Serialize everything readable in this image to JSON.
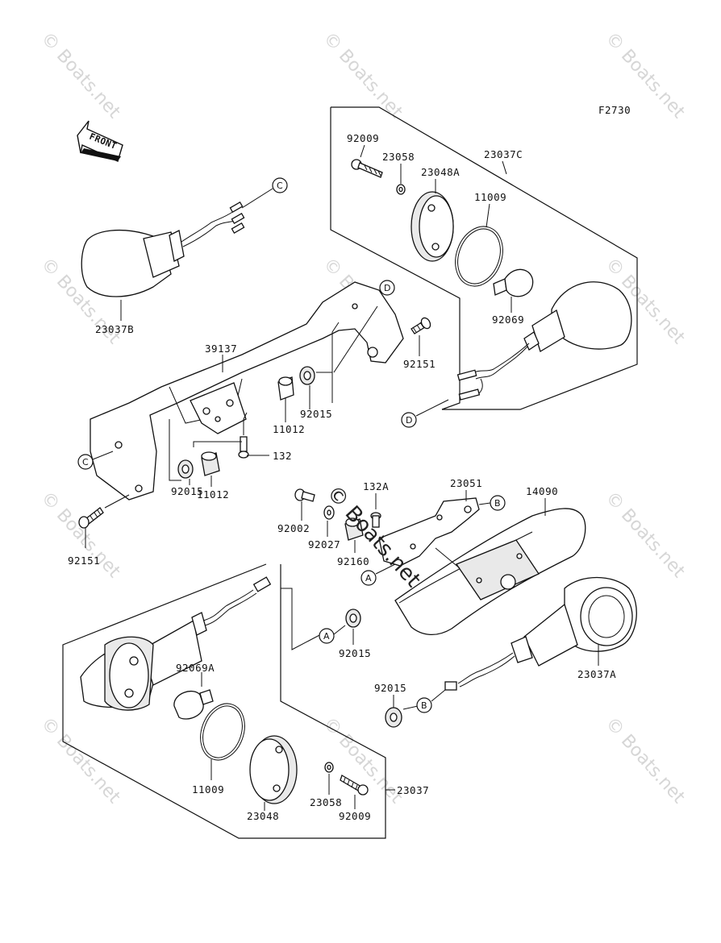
{
  "figure_code": "F2730",
  "front_label": "FRONT",
  "watermark": "© Boats.net",
  "center_watermark": "© Boats.net",
  "part_labels": [
    {
      "id": "p92009a",
      "text": "92009"
    },
    {
      "id": "p23058a",
      "text": "23058"
    },
    {
      "id": "p23048a",
      "text": "23048A"
    },
    {
      "id": "p23037c",
      "text": "23037C"
    },
    {
      "id": "p11009a",
      "text": "11009"
    },
    {
      "id": "p92069",
      "text": "92069"
    },
    {
      "id": "p23037b",
      "text": "23037B"
    },
    {
      "id": "p39137",
      "text": "39137"
    },
    {
      "id": "p92151a",
      "text": "92151"
    },
    {
      "id": "p11012a",
      "text": "11012"
    },
    {
      "id": "p92015a",
      "text": "92015"
    },
    {
      "id": "p132",
      "text": "132"
    },
    {
      "id": "p92015b",
      "text": "92015"
    },
    {
      "id": "p11012b",
      "text": "11012"
    },
    {
      "id": "p92151b",
      "text": "92151"
    },
    {
      "id": "p132a",
      "text": "132A"
    },
    {
      "id": "p23051",
      "text": "23051"
    },
    {
      "id": "p14090",
      "text": "14090"
    },
    {
      "id": "p92002",
      "text": "92002"
    },
    {
      "id": "p92027",
      "text": "92027"
    },
    {
      "id": "p92160",
      "text": "92160"
    },
    {
      "id": "p92015c",
      "text": "92015"
    },
    {
      "id": "p23037a",
      "text": "23037A"
    },
    {
      "id": "p92069a",
      "text": "92069A"
    },
    {
      "id": "p92015d",
      "text": "92015"
    },
    {
      "id": "p11009b",
      "text": "11009"
    },
    {
      "id": "p23048",
      "text": "23048"
    },
    {
      "id": "p23058b",
      "text": "23058"
    },
    {
      "id": "p92009b",
      "text": "92009"
    },
    {
      "id": "p23037",
      "text": "23037"
    }
  ],
  "callouts": {
    "c1": "C",
    "c2": "C",
    "d1": "D",
    "d2": "D",
    "a1": "A",
    "a2": "A",
    "b1": "B",
    "b2": "B"
  }
}
